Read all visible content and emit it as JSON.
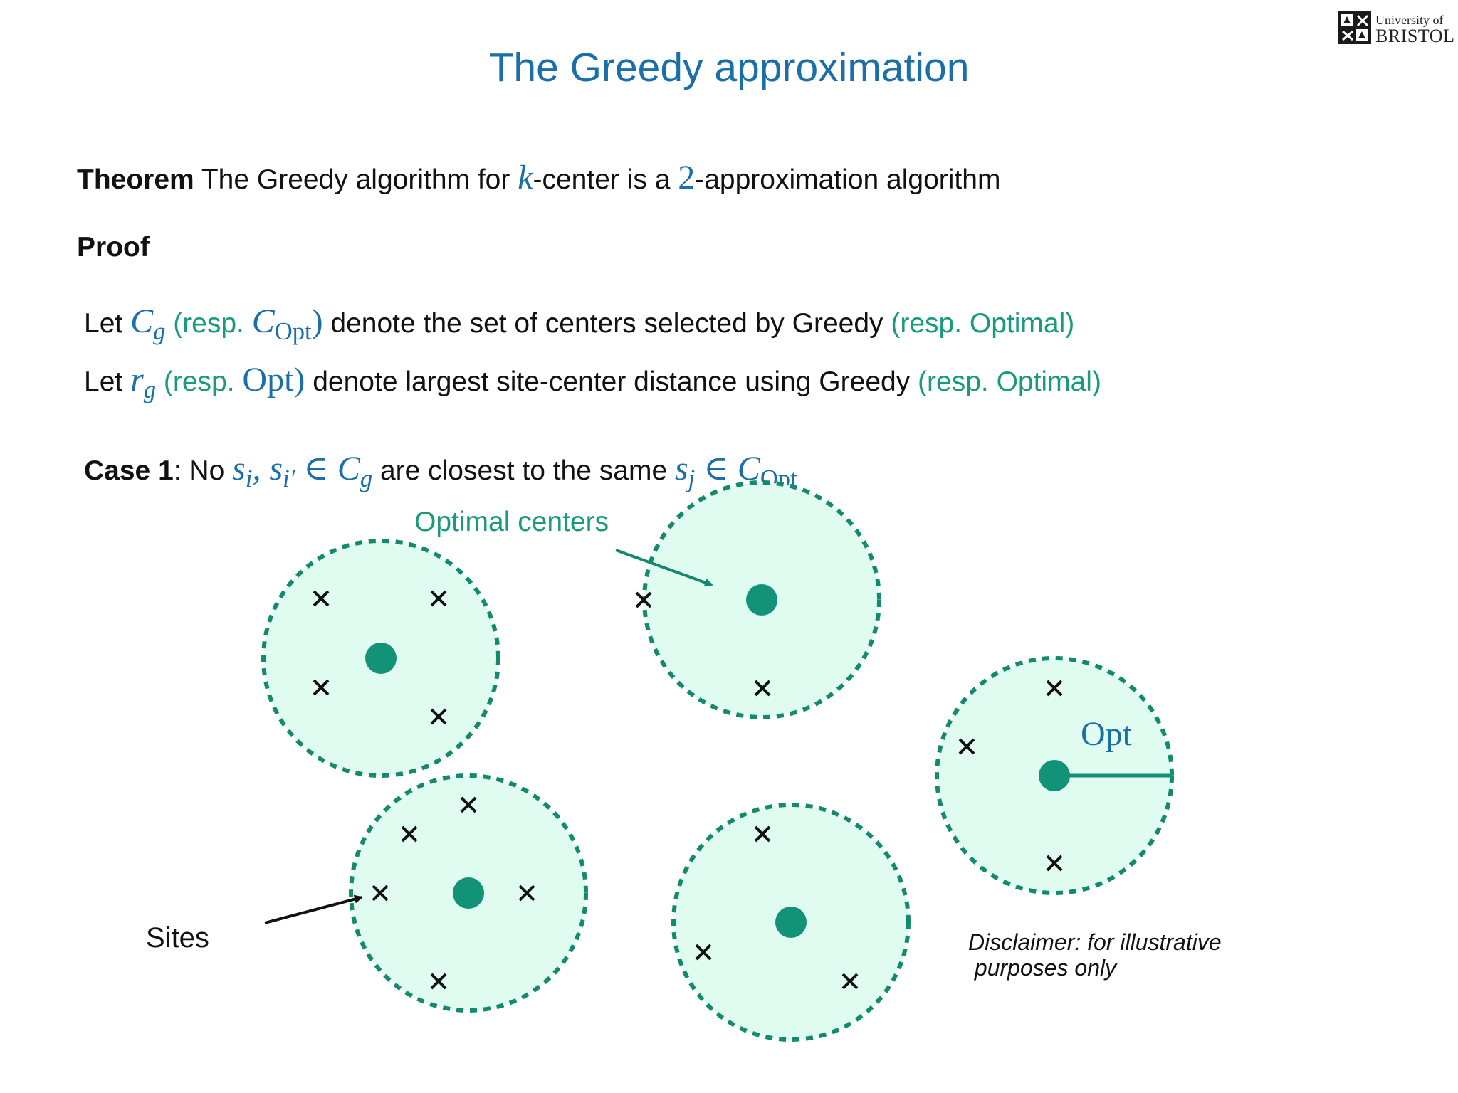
{
  "logo": {
    "line1": "University of",
    "line2": "BRISTOL"
  },
  "title": "The Greedy approximation",
  "theorem": {
    "label": "Theorem",
    "text_before": " The Greedy algorithm for ",
    "k": "k",
    "text_middle": "-center is a ",
    "two": "2",
    "text_after": "-approximation algorithm"
  },
  "proof_label": "Proof",
  "line1": {
    "let": "Let ",
    "C": "C",
    "g": "g",
    "resp_open": " (resp. ",
    "C2": "C",
    "opt_sub": "Opt",
    "resp_close": ")",
    "middle": " denote the set of centers selected by Greedy ",
    "resp_optimal": "(resp. Optimal)"
  },
  "line2": {
    "let": "Let ",
    "r": "r",
    "g": "g",
    "resp_open": " (resp. ",
    "opt": "Opt",
    "resp_close": ")",
    "middle": " denote largest site-center distance using Greedy ",
    "resp_optimal": "(resp. Optimal)"
  },
  "case1": {
    "label": "Case 1",
    "colon_no": ": No ",
    "math_a": "s",
    "sub_i": "i",
    "comma": ", s",
    "sub_ip": "i′",
    "in": " ∈ C",
    "sub_g": "g",
    "middle": " are closest to the same ",
    "math_b": "s",
    "sub_j": "j",
    "in2": " ∈ C",
    "sub_opt": "Opt"
  },
  "diagram": {
    "optimal_centers_label": "Optimal centers",
    "sites_label": "Sites",
    "opt_label": "Opt",
    "disclaimer_line1": "Disclaimer: for illustrative",
    "disclaimer_line2": " purposes only",
    "colors": {
      "fill": "#e0fbef",
      "stroke": "#138a6e",
      "center": "#129378",
      "site": "#111111"
    }
  }
}
